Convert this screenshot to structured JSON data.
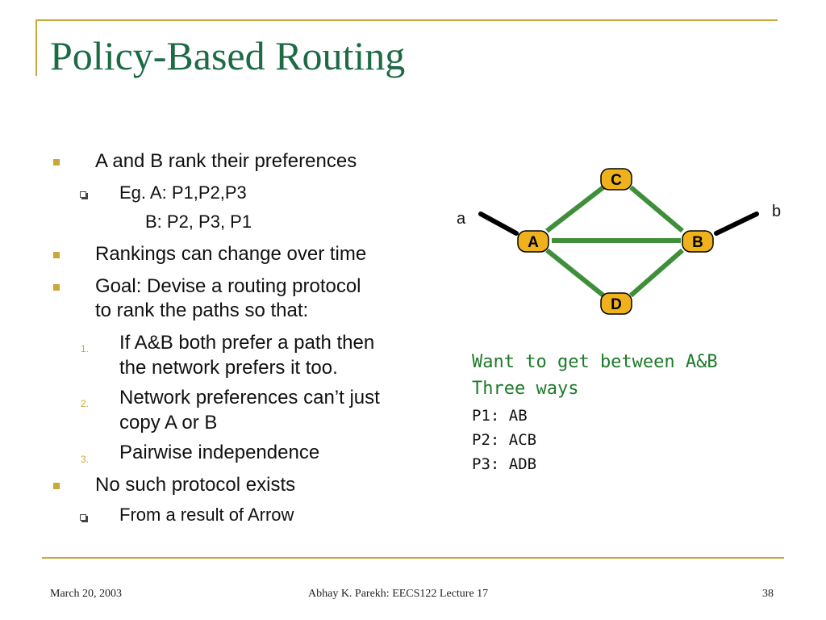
{
  "title": "Policy-Based Routing",
  "bullets": [
    {
      "kind": "square",
      "text": "A and B rank their preferences"
    },
    {
      "kind": "hollow",
      "text": "Eg. A: P1,P2,P3"
    },
    {
      "kind": "none",
      "text": "B: P2, P3, P1"
    },
    {
      "kind": "square",
      "text": "Rankings can change over time"
    },
    {
      "kind": "square",
      "text": "Goal: Devise a routing protocol"
    },
    {
      "kind": "none",
      "text": "to rank the paths so that:"
    },
    {
      "kind": "number",
      "marker": "1.",
      "text": "If A&B both prefer a path then"
    },
    {
      "kind": "none",
      "text": "the network prefers it too."
    },
    {
      "kind": "number",
      "marker": "2.",
      "text": "Network preferences can’t just"
    },
    {
      "kind": "none",
      "text": "copy A or B"
    },
    {
      "kind": "number",
      "marker": "3.",
      "text": "Pairwise independence"
    },
    {
      "kind": "square",
      "text": "No such protocol exists"
    },
    {
      "kind": "hollow",
      "text": "From a result of Arrow"
    }
  ],
  "diagram": {
    "nodes": {
      "A": "A",
      "B": "B",
      "C": "C",
      "D": "D"
    },
    "endpoints": {
      "a": "a",
      "b": "b"
    },
    "colors": {
      "link": "#3f8f3a",
      "node_fill": "#f0b21c",
      "stub": "#000000"
    }
  },
  "notes": {
    "heading_1": "Want to get between A&B",
    "heading_2": "Three ways",
    "paths": [
      "P1: AB",
      "P2: ACB",
      "P3: ADB"
    ]
  },
  "footer": {
    "date": "March 20, 2003",
    "course": "Abhay K. Parekh: EECS122 Lecture 17",
    "page": "38"
  }
}
